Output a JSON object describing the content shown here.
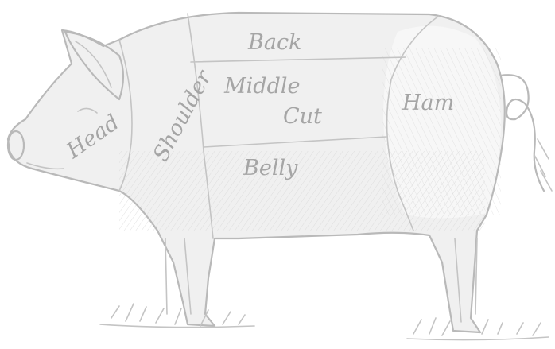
{
  "diagram": {
    "regions": {
      "head": "Head",
      "shoulder": "Shoulder",
      "back": "Back",
      "middle_cut_line1": "Middle",
      "middle_cut_line2": "Cut",
      "ham": "Ham",
      "belly": "Belly"
    }
  },
  "colors": {
    "ink": "#a5a5a5",
    "outline": "#b9b9b9",
    "fill": "#f0f0f0",
    "background": "#ffffff"
  }
}
